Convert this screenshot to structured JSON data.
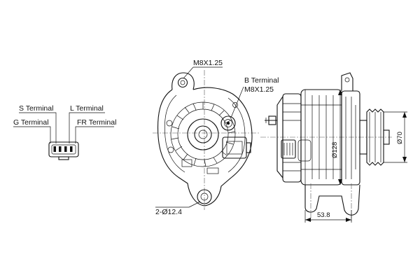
{
  "labels": {
    "s_terminal": "S Terminal",
    "l_terminal": "L Terminal",
    "g_terminal": "G Terminal",
    "fr_terminal": "FR Terminal",
    "m8_top": "M8X1.25",
    "b_terminal": "B Terminal",
    "b_terminal_thread": "M8X1.25",
    "mount_holes": "2-Ø12.4",
    "dim_body_dia": "Ø128",
    "dim_pulley_dia": "Ø70",
    "dim_width": "53.8"
  },
  "colors": {
    "line": "#111111",
    "background": "#ffffff",
    "centerline": "#555555"
  }
}
